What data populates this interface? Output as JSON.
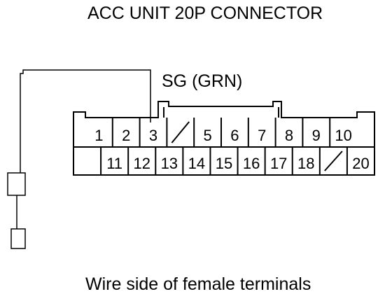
{
  "title": "ACC UNIT 20P CONNECTOR",
  "signal_label": "SG (GRN)",
  "caption": "Wire side of female terminals",
  "connector": {
    "top_row": [
      "1",
      "2",
      "3",
      "",
      "5",
      "6",
      "7",
      "8",
      "9",
      "10"
    ],
    "bottom_row": [
      "",
      "11",
      "12",
      "13",
      "14",
      "15",
      "16",
      "17",
      "18",
      "",
      "20"
    ]
  }
}
